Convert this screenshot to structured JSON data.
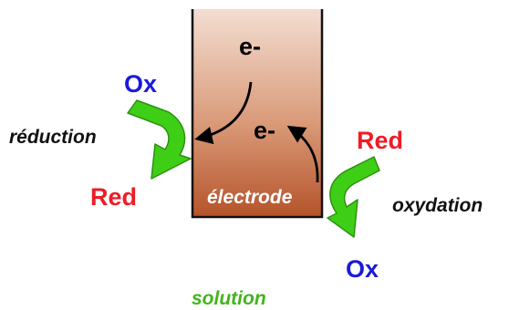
{
  "electron_top": "e-",
  "electron_mid": "e-",
  "electrode_label": "électrode",
  "left_process": {
    "label": "réduction",
    "from_species": "Ox",
    "to_species": "Red"
  },
  "right_process": {
    "label": "oxydation",
    "from_species": "Red",
    "to_species": "Ox"
  },
  "medium_label": "solution",
  "colors": {
    "ox": "#1a1adb",
    "red": "#ee1c25",
    "arrow_green": "#3fce16",
    "electrode_top": "#f3ded2",
    "electrode_bottom": "#b5532a",
    "solution_text": "#41b51a"
  }
}
